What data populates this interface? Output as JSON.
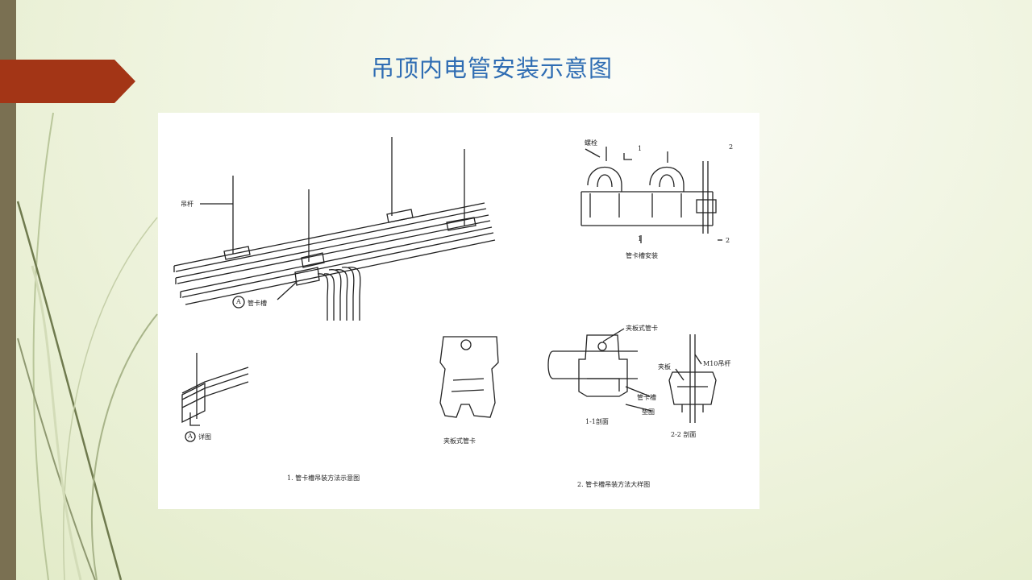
{
  "slide": {
    "title": "吊顶内电管安装示意图",
    "accent_color": "#a33516",
    "title_color": "#2f6db3"
  },
  "figure": {
    "labels": {
      "hanger_rod": "吊杆",
      "clip_channel": "管卡槽",
      "circle_a": "A",
      "detail": "详图",
      "caption_1": "1. 管卡槽吊装方法示意图",
      "bolt": "螺栓",
      "sec1": "1",
      "sec2": "2",
      "channel_install": "管卡槽安装",
      "clamp_clip": "夹板式管卡",
      "clamp_clip_top": "夹板式管卡",
      "clamp_plate": "夹板",
      "m10_rod": "M10吊杆",
      "channel_label": "管卡槽",
      "washer": "垫圈",
      "section_11": "1-1剖面",
      "section_22": "2-2 剖面",
      "caption_2": "2. 管卡槽吊装方法大样图"
    }
  }
}
